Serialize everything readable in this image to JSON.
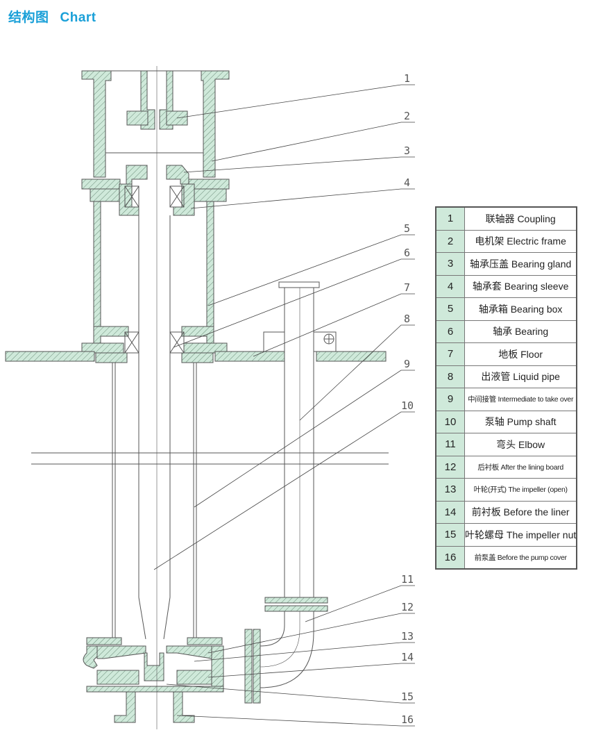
{
  "header": {
    "title_cn": "结构图",
    "title_en": "Chart"
  },
  "colors": {
    "title": "#1aa0d8",
    "section_fill": "#cfe9da",
    "line": "#555555"
  },
  "parts": [
    {
      "num": "1",
      "label": "联轴器 Coupling"
    },
    {
      "num": "2",
      "label": "电机架 Electric frame"
    },
    {
      "num": "3",
      "label": "轴承压盖 Bearing gland"
    },
    {
      "num": "4",
      "label": "轴承套 Bearing sleeve"
    },
    {
      "num": "5",
      "label": "轴承箱 Bearing box"
    },
    {
      "num": "6",
      "label": "轴承 Bearing"
    },
    {
      "num": "7",
      "label": "地板  Floor"
    },
    {
      "num": "8",
      "label": "出液管  Liquid pipe"
    },
    {
      "num": "9",
      "label": "中间接管 Intermediate to take over"
    },
    {
      "num": "10",
      "label": "泵轴 Pump shaft"
    },
    {
      "num": "11",
      "label": "弯头 Elbow"
    },
    {
      "num": "12",
      "label": "后衬板 After the lining board"
    },
    {
      "num": "13",
      "label": "叶轮(开式) The impeller (open)"
    },
    {
      "num": "14",
      "label": "前衬板 Before the liner"
    },
    {
      "num": "15",
      "label": "叶轮螺母 The impeller nut"
    },
    {
      "num": "16",
      "label": "前泵盖 Before the pump cover"
    }
  ]
}
